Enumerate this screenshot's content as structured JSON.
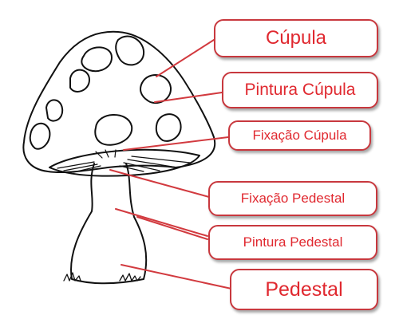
{
  "callouts": [
    {
      "id": "cupula",
      "label": "Cúpula"
    },
    {
      "id": "pintura-cupula",
      "label": "Pintura Cúpula"
    },
    {
      "id": "fixacao-cupula",
      "label": "Fixação Cúpula"
    },
    {
      "id": "fixacao-pedestal",
      "label": "Fixação Pedestal"
    },
    {
      "id": "pintura-pedestal",
      "label": "Pintura Pedestal"
    },
    {
      "id": "pedestal",
      "label": "Pedestal"
    }
  ],
  "colors": {
    "label_text": "#e0282f",
    "label_border": "#c8383e",
    "leader_line": "#d23a3f",
    "drawing_stroke": "#111111"
  }
}
